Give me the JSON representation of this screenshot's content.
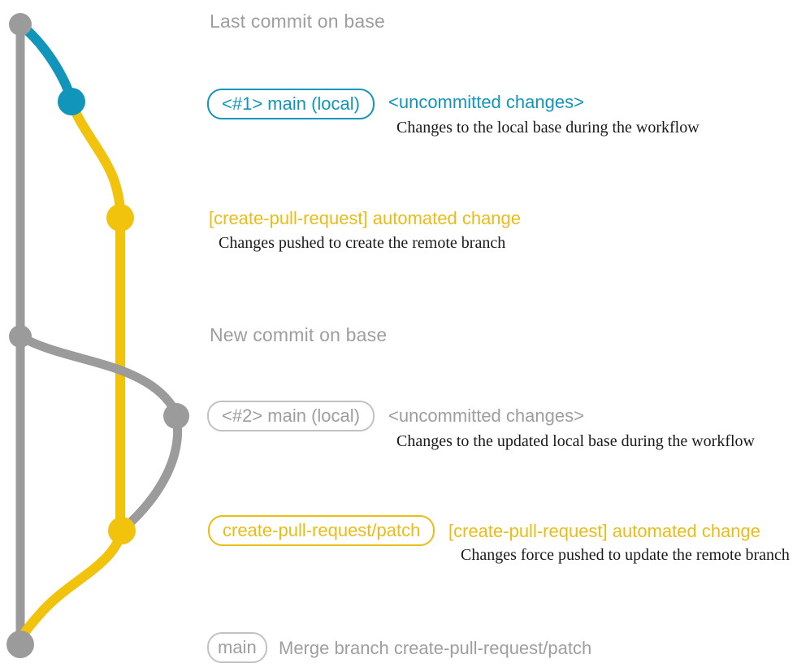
{
  "colors": {
    "teal": "#1295BA",
    "yellow_branch": "#F1C30C",
    "yellow_label": "#E9BC16",
    "gray_branch": "#9B9B9B",
    "gray_text": "#9E9E9E",
    "gray_border": "#C2C2C2",
    "detail_text": "#1A1A1A"
  },
  "graph": {
    "commit_dots": [
      "last-commit-on-base",
      "local-main-1",
      "remote-branch-created",
      "new-commit-on-base",
      "local-main-2",
      "remote-branch-updated",
      "merge-commit"
    ]
  },
  "sections": {
    "top": {
      "title": "Last commit on base"
    },
    "local1": {
      "badge": "<#1> main (local)",
      "note": "<uncommitted changes>",
      "detail": "Changes to the local base during the workflow"
    },
    "push1": {
      "note": "[create-pull-request] automated change",
      "detail": "Changes pushed to create the remote branch"
    },
    "newbase": {
      "title": "New commit on base"
    },
    "local2": {
      "badge": "<#2> main (local)",
      "note": "<uncommitted changes>",
      "detail": "Changes to the updated local base during the workflow"
    },
    "push2": {
      "badge": "create-pull-request/patch",
      "note": "[create-pull-request] automated change",
      "detail": "Changes force pushed to update the remote branch"
    },
    "merge": {
      "badge": "main",
      "note": "Merge branch create-pull-request/patch"
    }
  }
}
